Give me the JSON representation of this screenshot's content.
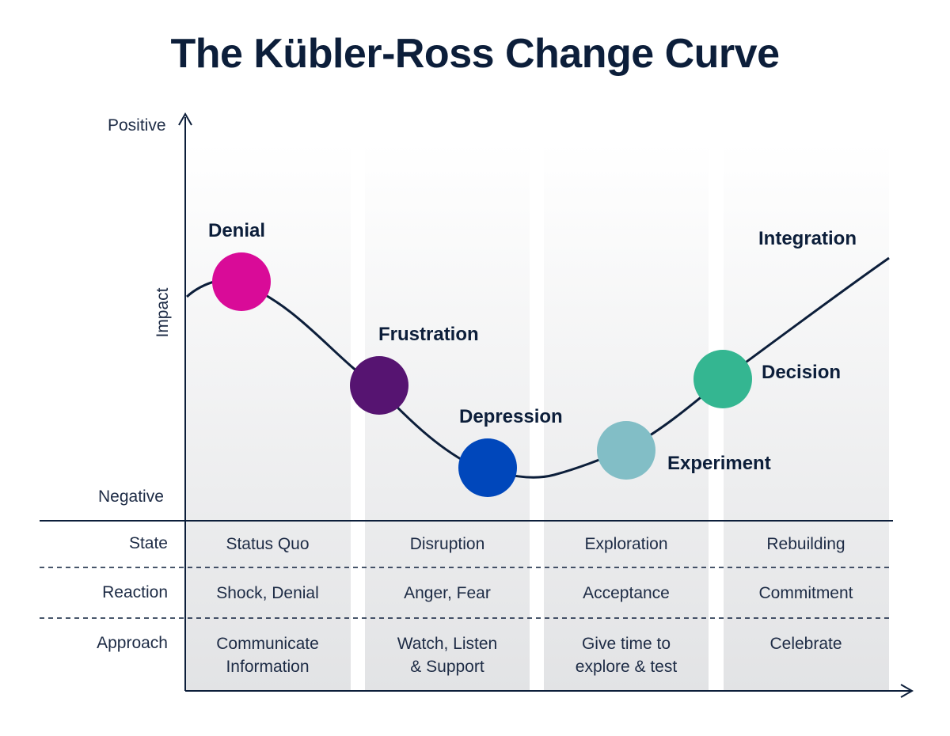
{
  "title": "The Kübler-Ross Change Curve",
  "y_axis": {
    "label": "Impact",
    "top": "Positive",
    "bottom": "Negative"
  },
  "colors": {
    "denial": "#d90b98",
    "frustration": "#561471",
    "depression": "#0047bb",
    "experiment": "#82bec6",
    "decision": "#34b691",
    "navy": "#0c1e3a"
  },
  "stages": [
    {
      "name": "Denial",
      "color_key": "denial"
    },
    {
      "name": "Frustration",
      "color_key": "frustration"
    },
    {
      "name": "Depression",
      "color_key": "depression"
    },
    {
      "name": "Experiment",
      "color_key": "experiment"
    },
    {
      "name": "Decision",
      "color_key": "decision"
    },
    {
      "name": "Integration",
      "color_key": ""
    }
  ],
  "table": {
    "rows": [
      "State",
      "Reaction",
      "Approach"
    ],
    "columns": [
      {
        "state": "Status Quo",
        "reaction": "Shock, Denial",
        "approach": [
          "Communicate",
          "Information"
        ]
      },
      {
        "state": "Disruption",
        "reaction": "Anger, Fear",
        "approach": [
          "Watch, Listen",
          "& Support"
        ]
      },
      {
        "state": "Exploration",
        "reaction": "Acceptance",
        "approach": [
          "Give time to",
          "explore & test"
        ]
      },
      {
        "state": "Rebuilding",
        "reaction": "Commitment",
        "approach": [
          "Celebrate"
        ]
      }
    ]
  }
}
